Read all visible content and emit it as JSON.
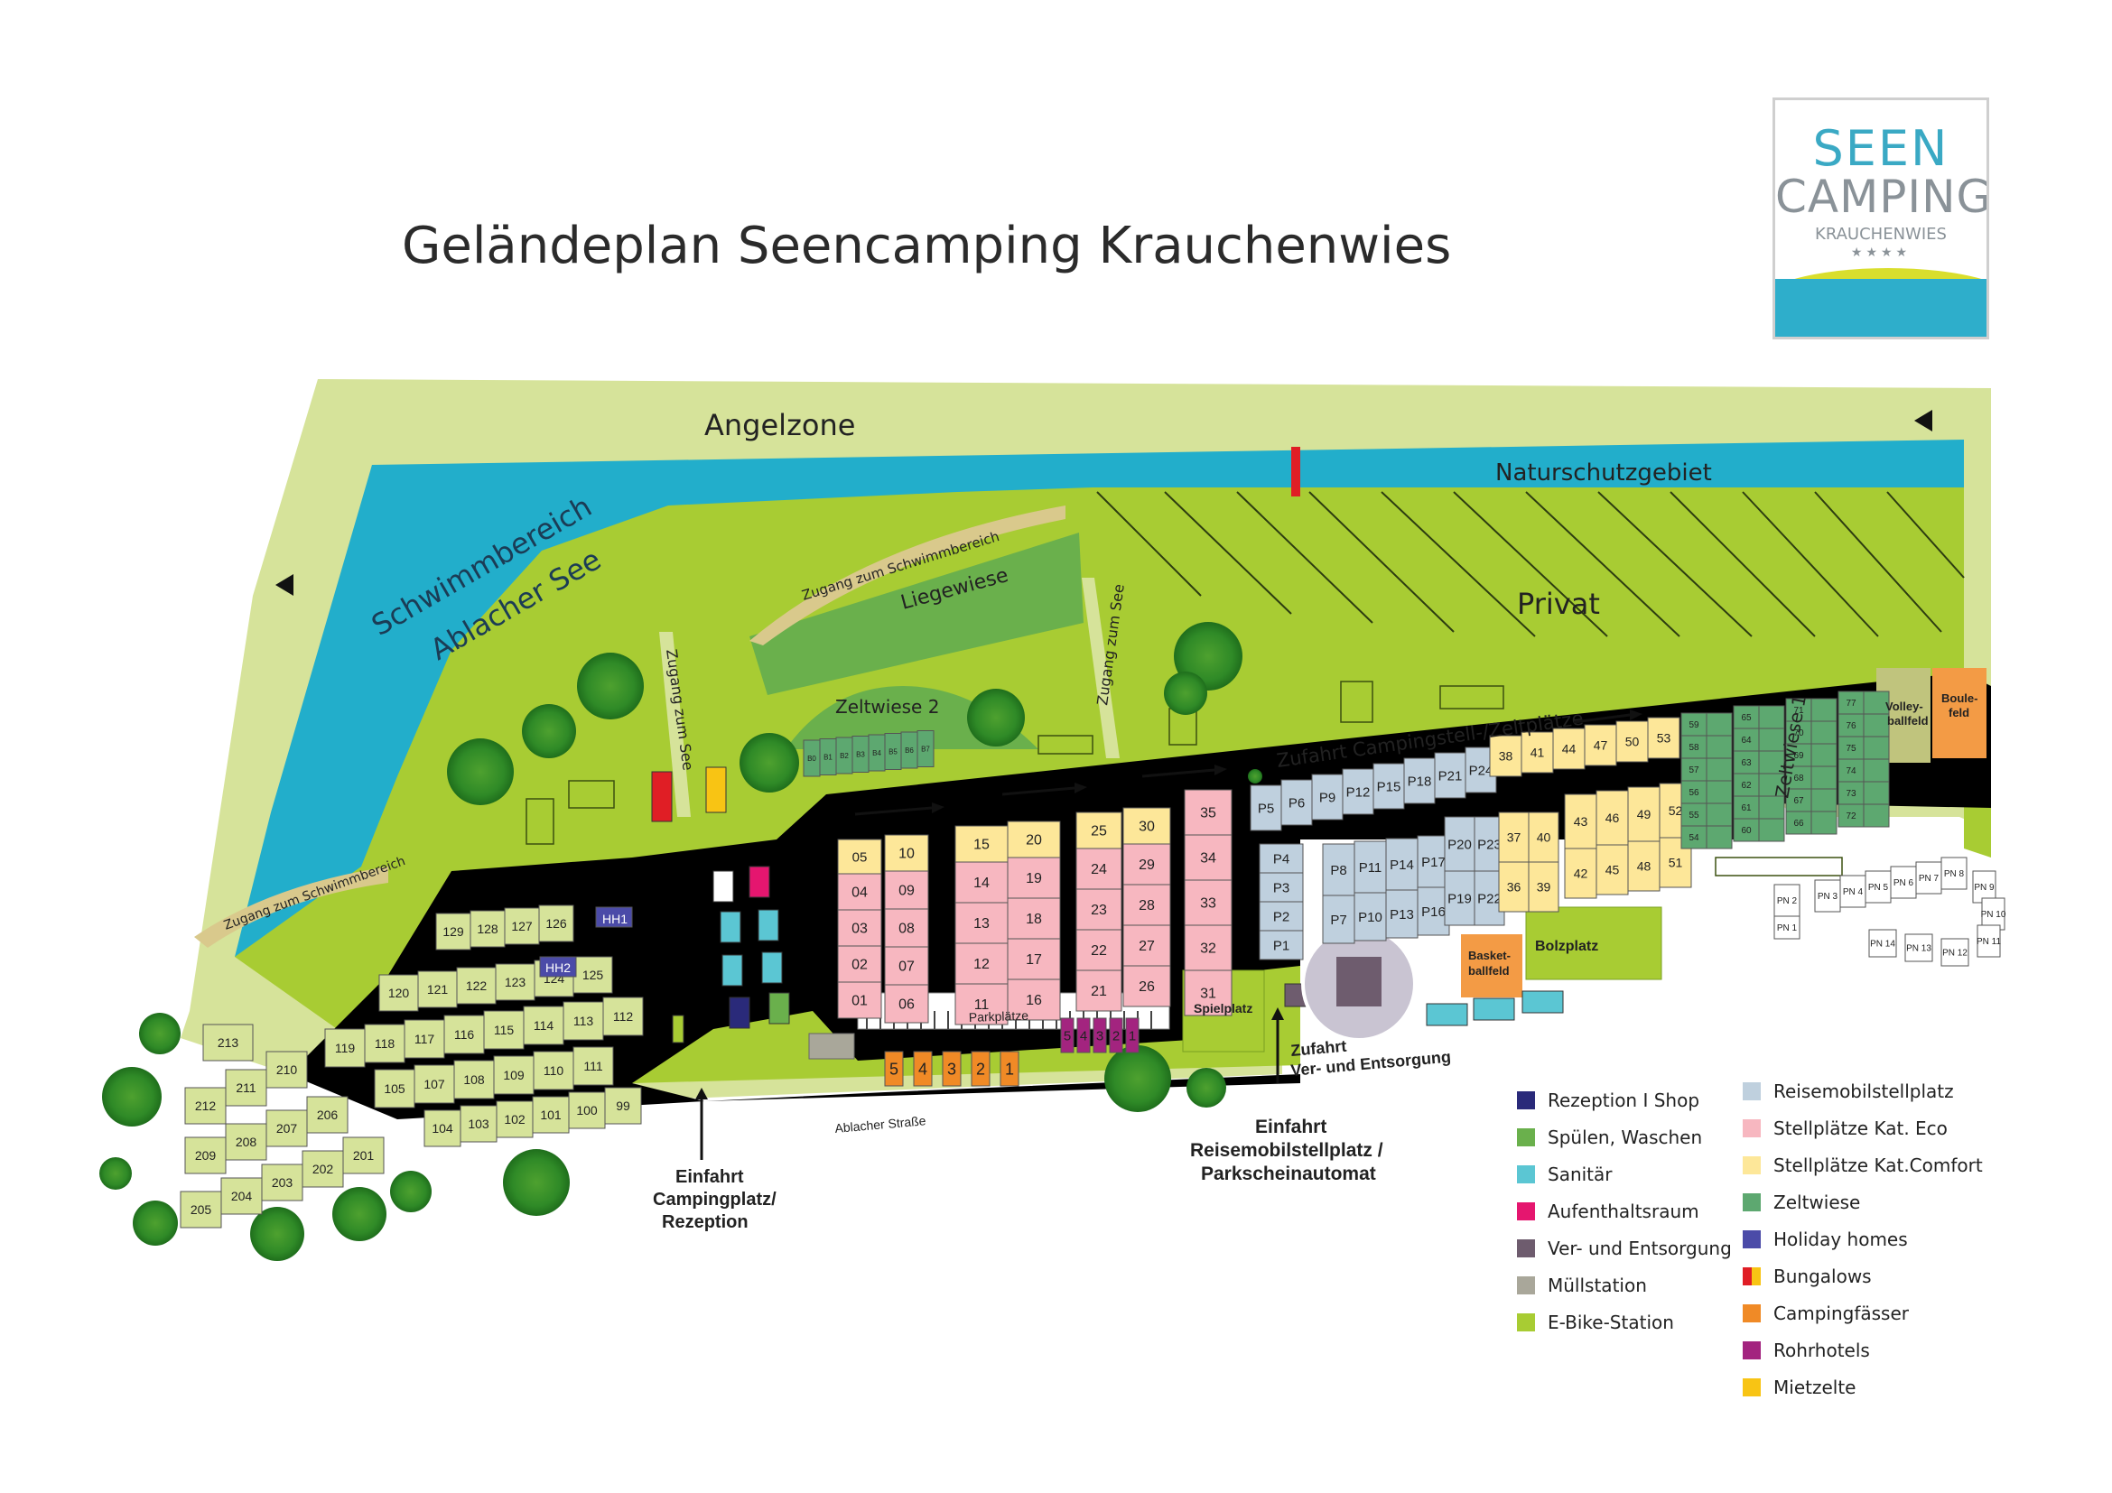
{
  "title": "Geländeplan Seencamping Krauchenwies",
  "logo": {
    "line1": "SEEN",
    "line2": "CAMPING",
    "line3": "KRAUCHENWIES",
    "stars": "★★★★"
  },
  "colors": {
    "meadow": "#d6e39a",
    "grass": "#a8cc33",
    "water": "#22aecb",
    "road": "#ffffff",
    "eco": "#f7b7c0",
    "comfort": "#fde799",
    "mobile": "#bfd0de",
    "tent": "#5da870",
    "holiday": "#d6e39a",
    "reception": "#2a2a7a",
    "wash": "#6ab04c",
    "sanitary": "#5bc6d3",
    "lounge": "#e5166f",
    "supply": "#6e5c6e",
    "waste": "#a9a79a",
    "ebike": "#a8cc33",
    "barrel": "#f08a26",
    "tubehotel": "#a3247f",
    "rental_tent": "#f8c414",
    "bungalow_red": "#e01e25"
  },
  "labels": {
    "angelzone": "Angelzone",
    "naturschutz": "Naturschutzgebiet",
    "schwimm1": "Schwimmbereich",
    "schwimm2": "Ablacher See",
    "privat": "Privat",
    "liegewiese": "Liegewiese",
    "zugang_schwimm": "Zugang zum Schwimmbereich",
    "zugang_schwimm2": "Zugang zum Schwimmbereich",
    "zugang_see1": "Zugang zum See",
    "zugang_see2": "Zugang zum See",
    "zeltwiese1": "Zeltwiese 1",
    "zeltwiese2": "Zeltwiese 2",
    "zufahrt": "Zufahrt Campingstell-/Zeltplätze",
    "volleyball": [
      "Volley-",
      "ballfeld"
    ],
    "boule": [
      "Boule-",
      "feld"
    ],
    "basketball": [
      "Basket-",
      "ballfeld"
    ],
    "bolzplatz": "Bolzplatz",
    "spielplatz": "Spielplatz",
    "parkplaetze": "Parkplätze",
    "strasse": "Ablacher Straße",
    "einfahrt_camping": [
      "Einfahrt",
      "Campingplatz/",
      "Rezeption"
    ],
    "einfahrt_reise": [
      "Einfahrt",
      "Reisemobilstellplatz /",
      "Parkscheinautomat"
    ],
    "zufahrt_ver": [
      "Zufahrt",
      "Ver- und Entsorgung"
    ],
    "hh1": "HH1",
    "hh2": "HH2"
  },
  "pitches": {
    "eco_a": [
      "05",
      "04",
      "03",
      "02",
      "01"
    ],
    "comfort_a": [
      "10"
    ],
    "eco_b": [
      "09",
      "08",
      "07",
      "06"
    ],
    "comfort_c": [
      "15",
      "20"
    ],
    "eco_c1": [
      "14",
      "13",
      "12",
      "11"
    ],
    "eco_c2": [
      "19",
      "18",
      "17",
      "16"
    ],
    "comfort_d": [
      "25",
      "30"
    ],
    "eco_d1": [
      "24",
      "23",
      "22",
      "21"
    ],
    "eco_d2": [
      "29",
      "28",
      "27",
      "26"
    ],
    "eco_e": [
      "35",
      "34",
      "33",
      "32",
      "31"
    ],
    "mobile_top": [
      "P5",
      "P6",
      "P9",
      "P12",
      "P15",
      "P18",
      "P21",
      "P24"
    ],
    "mobile_left": [
      "P4",
      "P3",
      "P2",
      "P1"
    ],
    "mobile_g1": [
      "P8",
      "P11",
      "P14",
      "P17",
      "P7",
      "P10",
      "P13",
      "P16"
    ],
    "mobile_g2": [
      "P20",
      "P23",
      "P19",
      "P22"
    ],
    "comfort_top": [
      "38",
      "41",
      "44",
      "47",
      "50",
      "53"
    ],
    "comfort_mid1": [
      "37",
      "40",
      "36",
      "39"
    ],
    "comfort_mid2": [
      "43",
      "46",
      "49",
      "52",
      "42",
      "45",
      "48",
      "51"
    ],
    "tent1": [
      "59",
      "58",
      "57",
      "56",
      "55",
      "54",
      "65",
      "64",
      "63",
      "62",
      "61",
      "60",
      "71",
      "70",
      "69",
      "68",
      "67",
      "66",
      "77",
      "76",
      "75",
      "74",
      "73",
      "72"
    ],
    "tent2": [
      "B0",
      "B1",
      "B2",
      "B3",
      "B4",
      "B5",
      "B6",
      "B7"
    ],
    "holiday_row1": [
      "129",
      "128",
      "127",
      "126"
    ],
    "holiday_row2": [
      "120",
      "121",
      "122",
      "123",
      "124",
      "125"
    ],
    "holiday_row3": [
      "112",
      "113",
      "114",
      "115",
      "116",
      "117",
      "118",
      "119"
    ],
    "holiday_row4": [
      "111",
      "110",
      "109",
      "108",
      "107",
      "105"
    ],
    "holiday_row5": [
      "104",
      "103",
      "102",
      "101",
      "100",
      "99"
    ],
    "holiday_w": [
      "213",
      "212",
      "211",
      "210",
      "209",
      "208",
      "207",
      "206",
      "205",
      "204",
      "203",
      "202",
      "201"
    ],
    "pn_a": [
      "PN 2",
      "PN 1",
      "PN 3",
      "PN 4",
      "PN 5",
      "PN 6",
      "PN 7",
      "PN 8",
      "PN 9",
      "PN 10",
      "PN 11",
      "PN 14",
      "PN 13",
      "PN 12"
    ],
    "barrels": [
      "5",
      "4",
      "3",
      "2",
      "1"
    ],
    "tube_hotels": [
      "5",
      "4",
      "3",
      "2",
      "1"
    ]
  },
  "legend": [
    {
      "label": "Rezeption I Shop",
      "color": "#2a2a7a"
    },
    {
      "label": "Spülen, Waschen",
      "color": "#6ab04c"
    },
    {
      "label": "Sanitär",
      "color": "#5bc6d3"
    },
    {
      "label": "Aufenthaltsraum",
      "color": "#e5166f"
    },
    {
      "label": "Ver- und Entsorgung",
      "color": "#6e5c6e"
    },
    {
      "label": "Müllstation",
      "color": "#a9a79a"
    },
    {
      "label": "E-Bike-Station",
      "color": "#a8cc33"
    },
    {
      "label": "Reisemobilstellplatz",
      "color": "#bfd0de"
    },
    {
      "label": "Stellplätze Kat. Eco",
      "color": "#f7b7c0"
    },
    {
      "label": "Stellplätze Kat.Comfort",
      "color": "#fde799"
    },
    {
      "label": "Zeltwiese",
      "color": "#5da870"
    },
    {
      "label": "Holiday homes",
      "color": "#4b4ba8"
    },
    {
      "label": "Bungalows",
      "color": "#e01e25",
      "color2": "#f8c414"
    },
    {
      "label": "Campingfässer",
      "color": "#f08a26"
    },
    {
      "label": "Rohrhotels",
      "color": "#a3247f"
    },
    {
      "label": "Mietzelte",
      "color": "#f8c414"
    }
  ]
}
